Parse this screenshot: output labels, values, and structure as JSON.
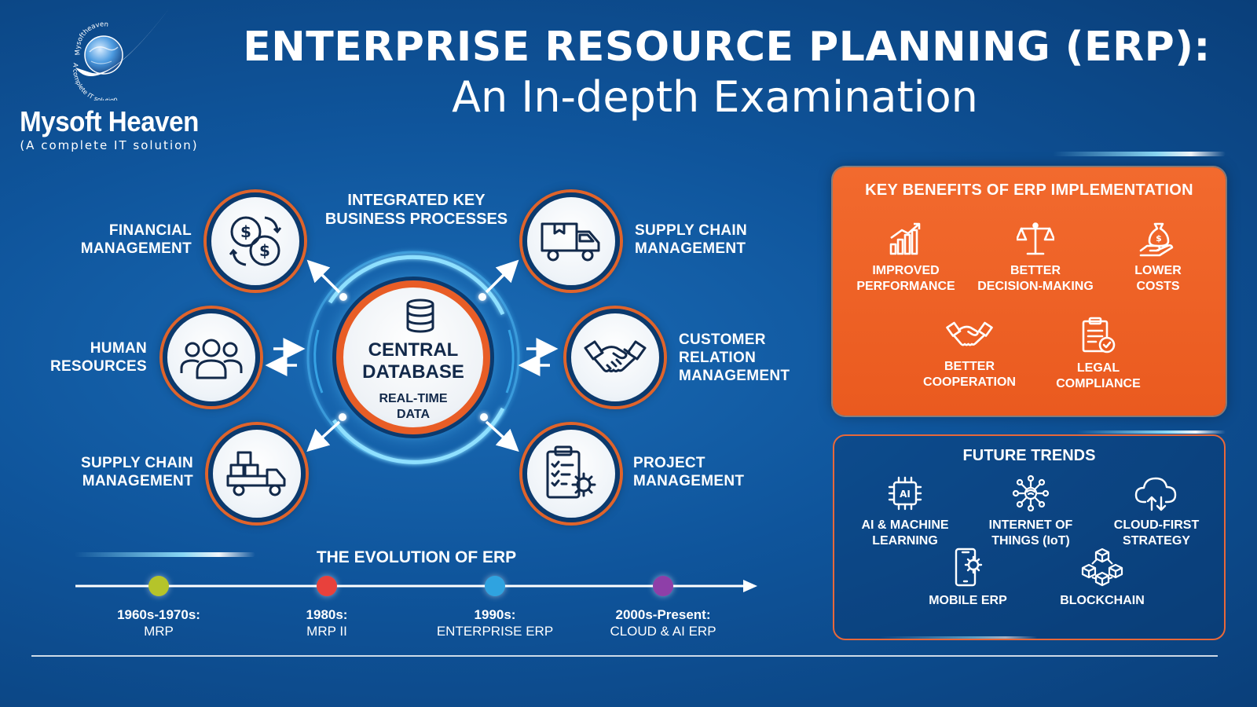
{
  "brand": {
    "name": "Mysoft Heaven",
    "tagline": "(A complete IT solution)",
    "seal_text_top": "Mysoftheaven",
    "seal_text_bottom": "A complete IT solution"
  },
  "title": {
    "main": "ENTERPRISE RESOURCE PLANNING (ERP):",
    "sub": "An In-depth Examination"
  },
  "hub": {
    "title": "INTEGRATED KEY\nBUSINESS PROCESSES",
    "central": {
      "title": "CENTRAL\nDATABASE",
      "subtitle": "REAL-TIME\nDATA",
      "icon": "database-icon"
    },
    "modules": [
      {
        "id": "financial",
        "label": "FINANCIAL\nMANAGEMENT",
        "icon": "currency-exchange-icon"
      },
      {
        "id": "supply-top",
        "label": "SUPPLY CHAIN\nMANAGEMENT",
        "icon": "delivery-truck-icon"
      },
      {
        "id": "hr",
        "label": "HUMAN\nRESOURCES",
        "icon": "people-group-icon"
      },
      {
        "id": "crm",
        "label": "CUSTOMER\nRELATION\nMANAGEMENT",
        "icon": "handshake-icon"
      },
      {
        "id": "supply-bottom",
        "label": "SUPPLY CHAIN\nMANAGEMENT",
        "icon": "cargo-truck-icon"
      },
      {
        "id": "project",
        "label": "PROJECT\nMANAGEMENT",
        "icon": "clipboard-gear-icon"
      }
    ]
  },
  "evolution": {
    "title": "THE EVOLUTION OF ERP",
    "eras": [
      {
        "period": "1960s-1970s:",
        "name": "MRP",
        "color": "#b5c42a"
      },
      {
        "period": "1980s:",
        "name": "MRP II",
        "color": "#e8413c"
      },
      {
        "period": "1990s:",
        "name": "ENTERPRISE ERP",
        "color": "#2fa3e0"
      },
      {
        "period": "2000s-Present:",
        "name": "CLOUD & AI ERP",
        "color": "#8e3fa8"
      }
    ]
  },
  "benefits": {
    "title": "KEY BENEFITS OF ERP IMPLEMENTATION",
    "items": [
      {
        "label": "IMPROVED\nPERFORMANCE",
        "icon": "growth-chart-icon"
      },
      {
        "label": "BETTER\nDECISION-MAKING",
        "icon": "balance-scale-icon"
      },
      {
        "label": "LOWER\nCOSTS",
        "icon": "money-bag-hand-icon"
      },
      {
        "label": "BETTER\nCOOPERATION",
        "icon": "handshake-icon"
      },
      {
        "label": "LEGAL\nCOMPLIANCE",
        "icon": "clipboard-check-icon"
      }
    ]
  },
  "trends": {
    "title": "FUTURE TRENDS",
    "items": [
      {
        "label": "AI & MACHINE\nLEARNING",
        "icon": "ai-chip-icon",
        "chip_text": "AI"
      },
      {
        "label": "INTERNET OF\nTHINGS (IoT)",
        "icon": "iot-network-icon"
      },
      {
        "label": "CLOUD-FIRST\nSTRATEGY",
        "icon": "cloud-upload-icon"
      },
      {
        "label": "MOBILE ERP",
        "icon": "mobile-gear-icon"
      },
      {
        "label": "BLOCKCHAIN",
        "icon": "blockchain-cubes-icon"
      }
    ]
  },
  "colors": {
    "background": "#0f559c",
    "accent_orange": "#ea5a1f",
    "glow": "#7fd6ff",
    "navy": "#0b3a6e"
  }
}
